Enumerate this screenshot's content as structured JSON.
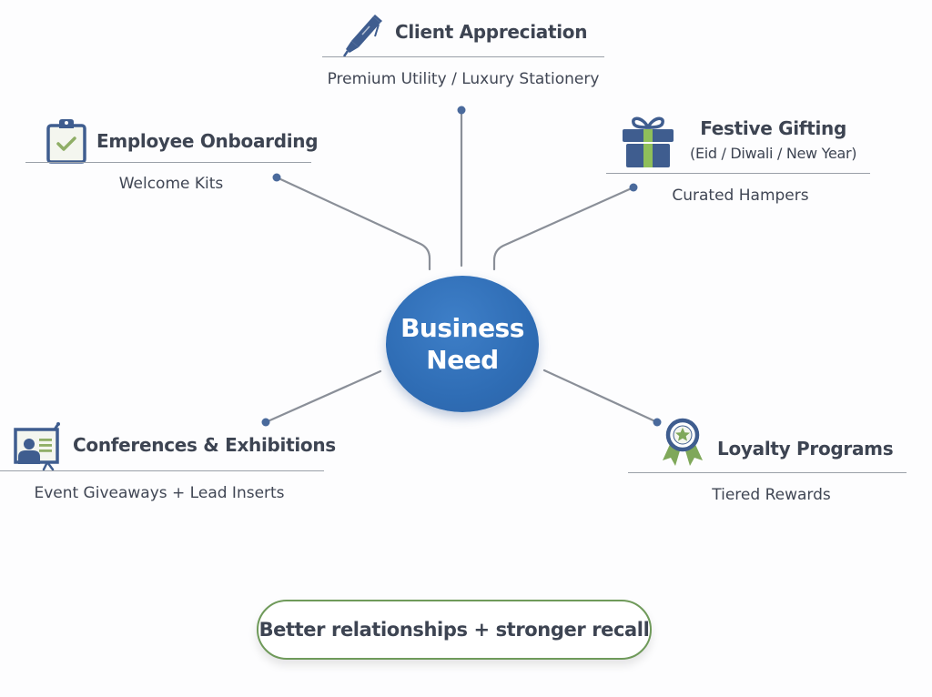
{
  "hub": {
    "line1": "Business",
    "line2": "Need"
  },
  "nodes": {
    "client_appreciation": {
      "title": "Client Appreciation",
      "subtitle": "Premium Utility / Luxury Stationery",
      "icon": "pen-icon"
    },
    "employee_onboarding": {
      "title": "Employee Onboarding",
      "subtitle": "Welcome Kits",
      "icon": "clipboard-check-icon"
    },
    "festive_gifting": {
      "title": "Festive Gifting",
      "title_detail": "(Eid / Diwali / New Year)",
      "subtitle": "Curated Hampers",
      "icon": "gift-icon"
    },
    "conferences": {
      "title": "Conferences & Exhibitions",
      "subtitle": "Event Giveaways + Lead Inserts",
      "icon": "presentation-board-icon"
    },
    "loyalty_programs": {
      "title": "Loyalty Programs",
      "subtitle": "Tiered Rewards",
      "icon": "award-ribbon-icon"
    }
  },
  "outcome": {
    "label": "Better relationships + stronger recall"
  },
  "colors": {
    "primary_blue": "#2f6db5",
    "icon_navy": "#3f5d8f",
    "accent_green": "#7fb05a",
    "connector_gray": "#8a8f98",
    "text_dark": "#3d4452"
  }
}
